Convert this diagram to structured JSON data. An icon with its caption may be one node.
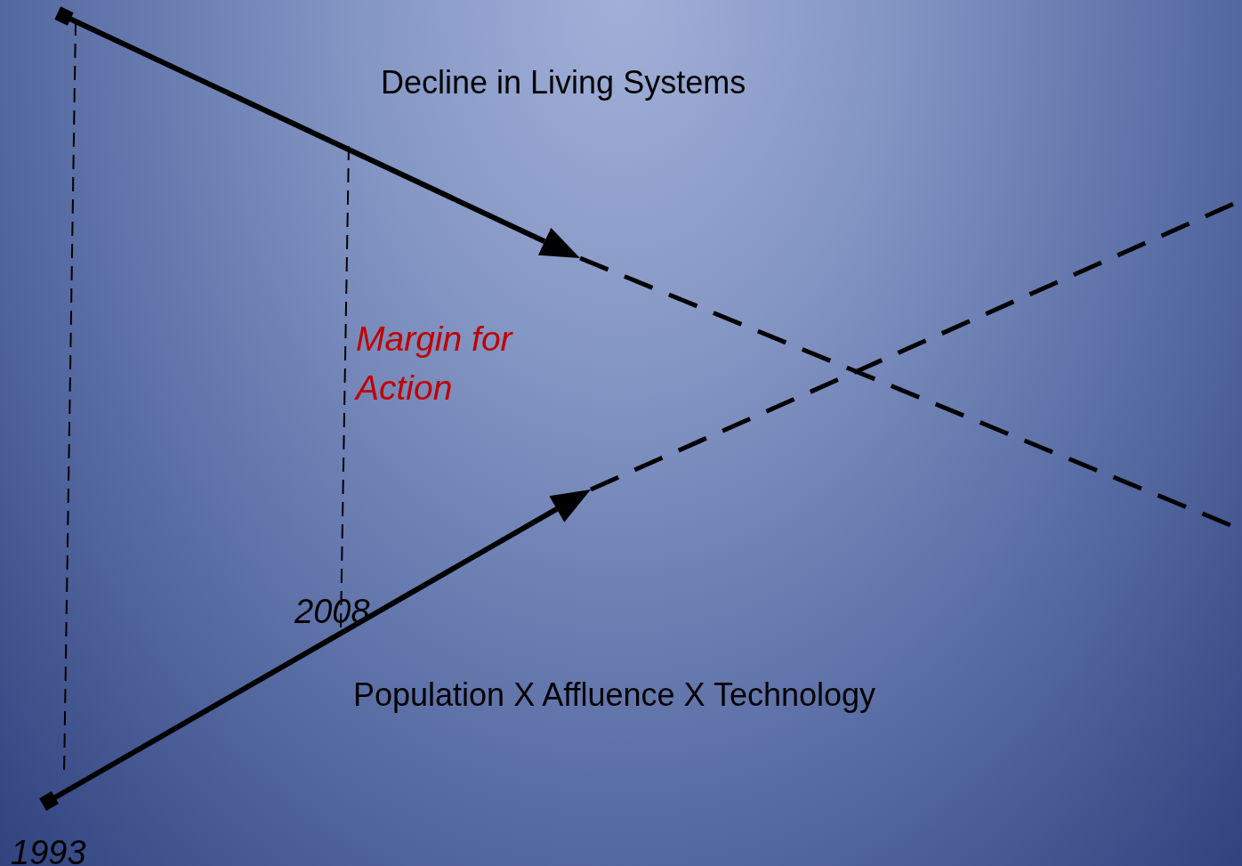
{
  "diagram": {
    "labels": [
      "Decline in Living Systems",
      "Margin for Action",
      "2008",
      "Population X Affluence X Technology",
      "1993"
    ]
  }
}
